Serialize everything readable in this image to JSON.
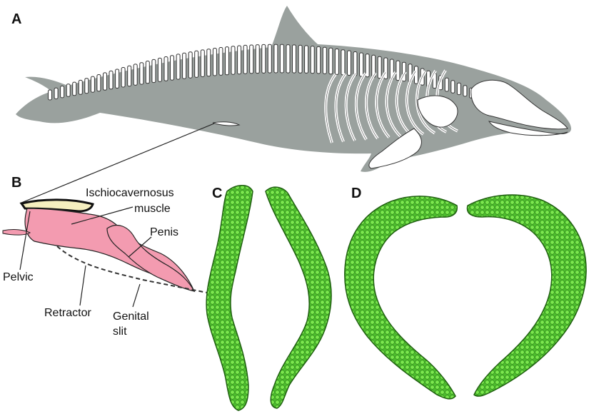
{
  "panels": {
    "a": {
      "letter": "A"
    },
    "b": {
      "letter": "B"
    },
    "c": {
      "letter": "C"
    },
    "d": {
      "letter": "D"
    }
  },
  "labels": {
    "ischiocavernosus_line1": "Ischiocavernosus",
    "ischiocavernosus_line2": "muscle",
    "penis": "Penis",
    "pelvic": "Pelvic",
    "retractor": "Retractor",
    "genital_line1": "Genital",
    "genital_line2": "slit"
  },
  "colors": {
    "dolphin_body": "#9aa19e",
    "bone": "#ffffff",
    "pelvic_bone_fill": "#f5efbf",
    "penis_pink": "#f39bb0",
    "mesh_green": "#5fd13a",
    "mesh_dark": "#2e7d1a"
  }
}
